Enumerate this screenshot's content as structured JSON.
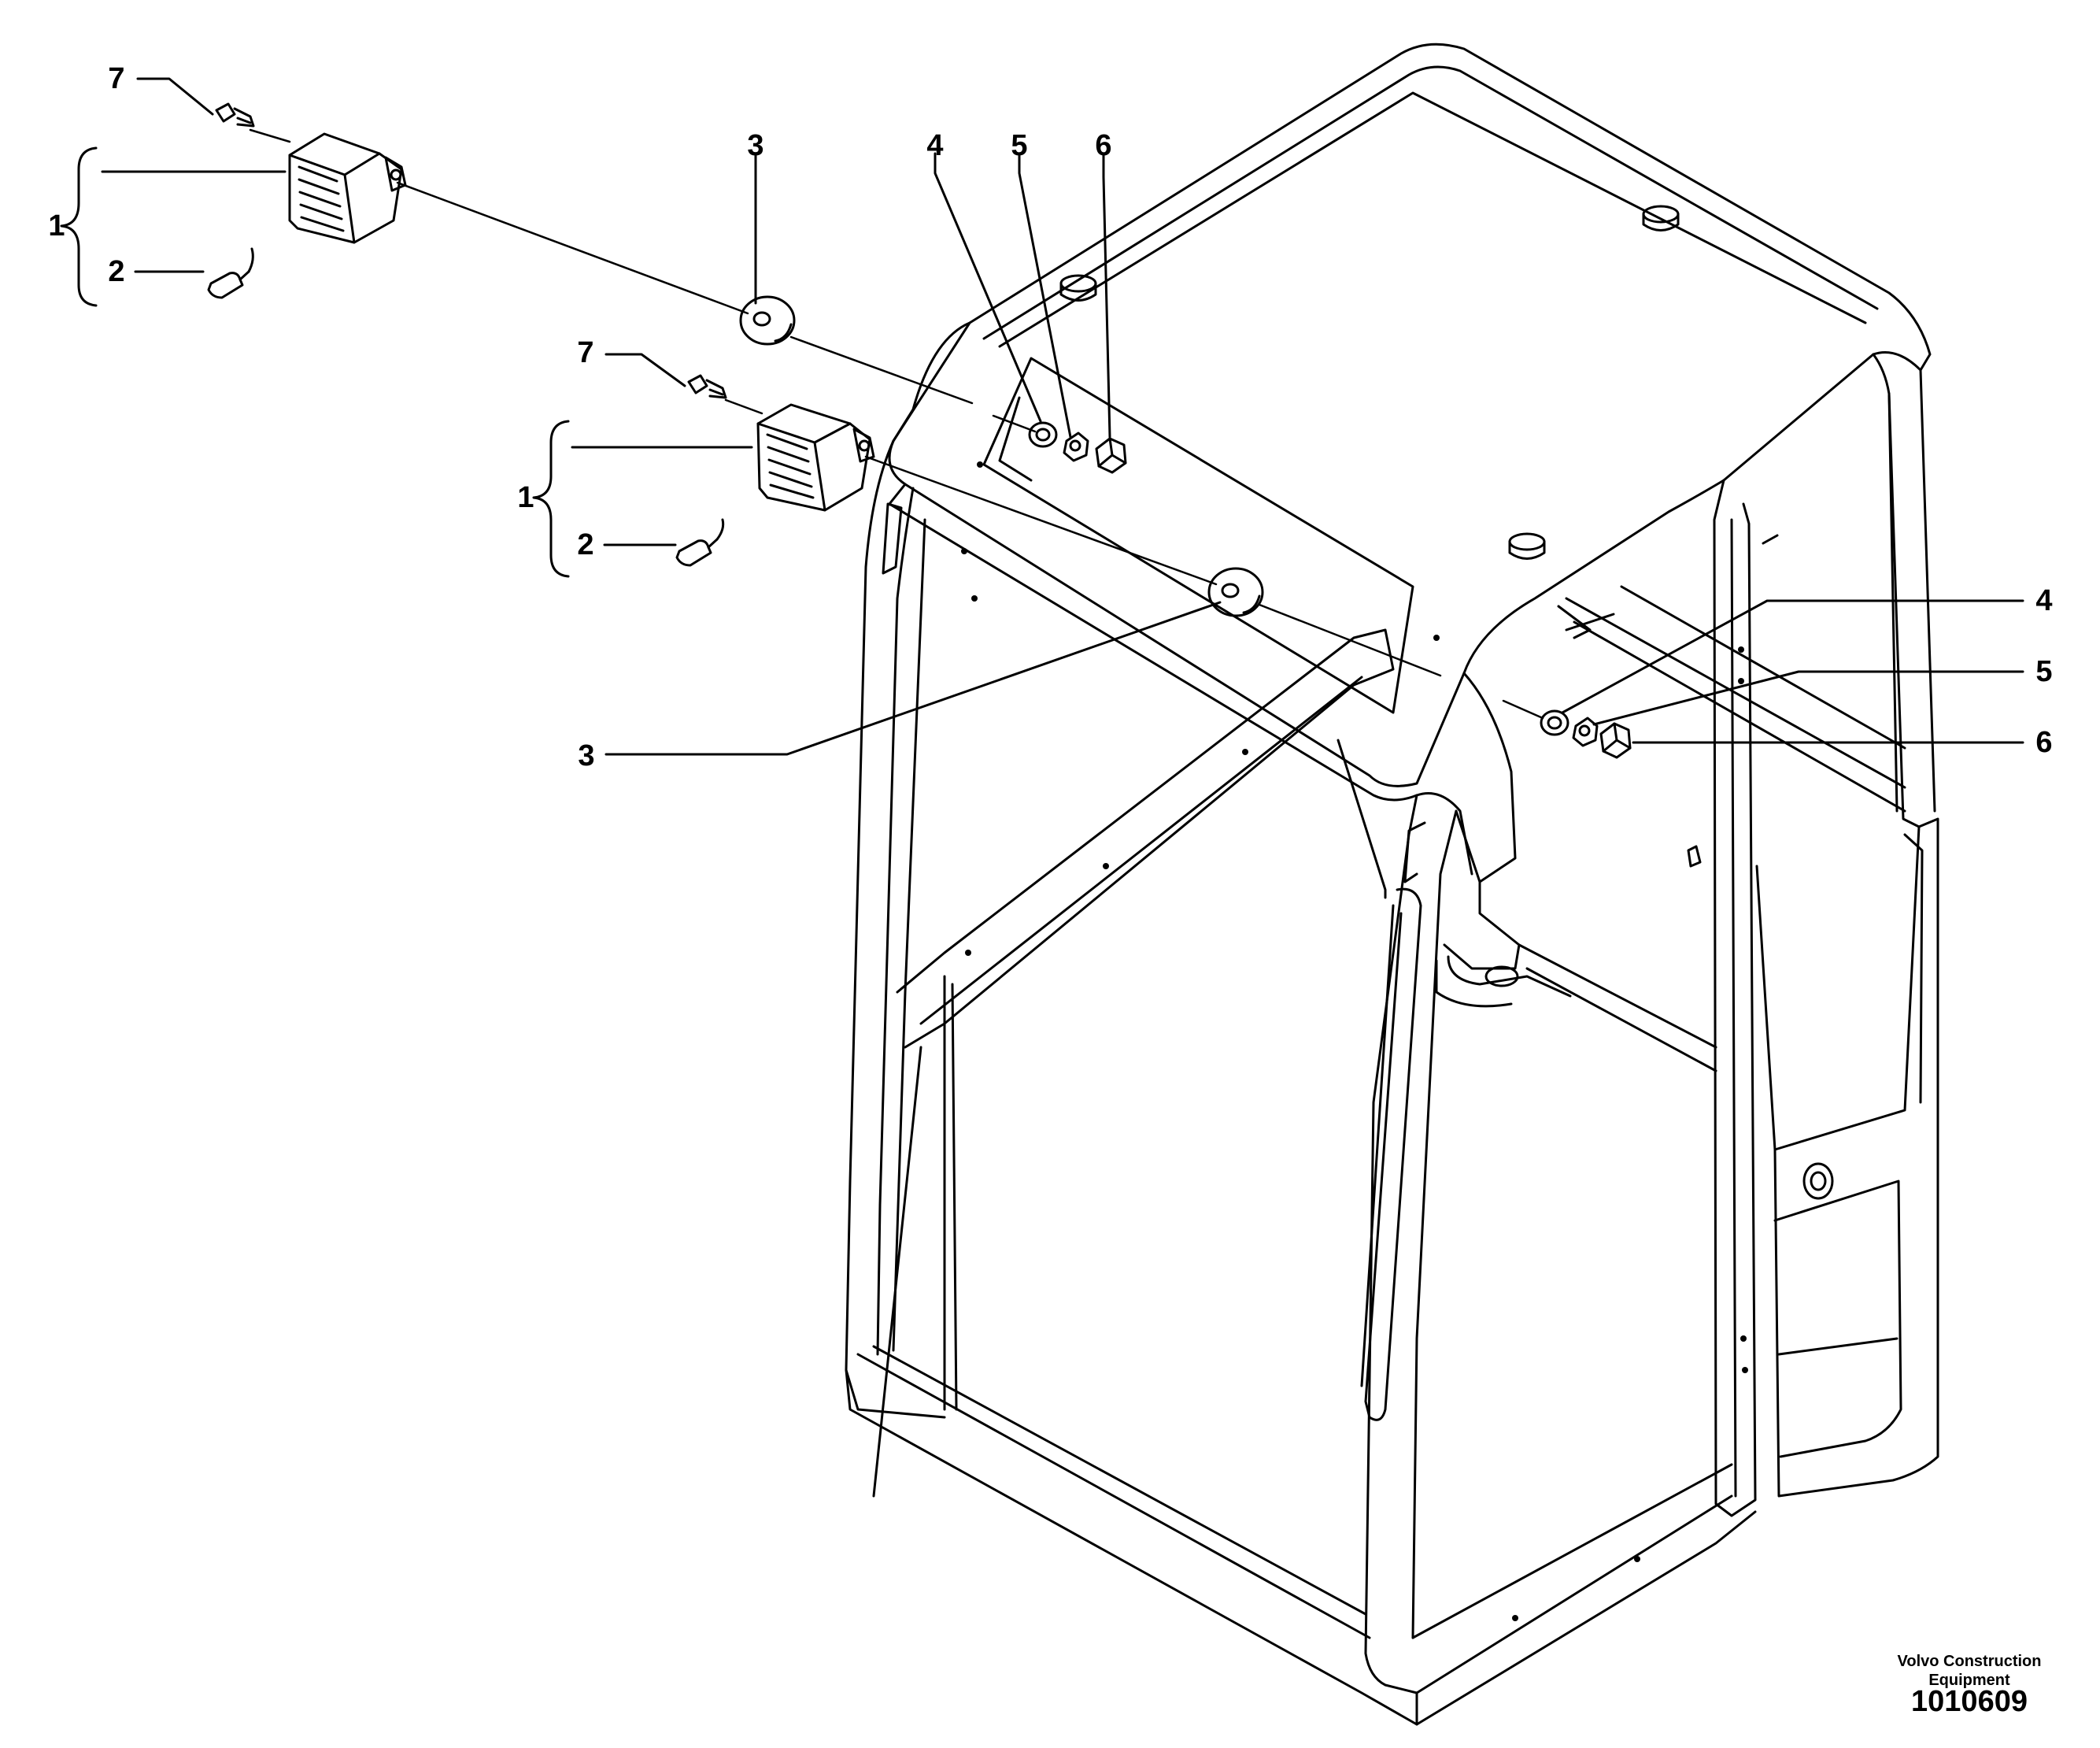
{
  "callouts": {
    "c7_top": "7",
    "c1_top": "1",
    "c2_top": "2",
    "c3_top": "3",
    "c4_top": "4",
    "c5_top": "5",
    "c6_top": "6",
    "c7_mid": "7",
    "c1_mid": "1",
    "c2_mid": "2",
    "c3_bottom": "3",
    "c4_right": "4",
    "c5_right": "5",
    "c6_right": "6"
  },
  "footer": {
    "company_line1": "Volvo Construction",
    "company_line2": "Equipment",
    "drawing_number": "1010609"
  }
}
